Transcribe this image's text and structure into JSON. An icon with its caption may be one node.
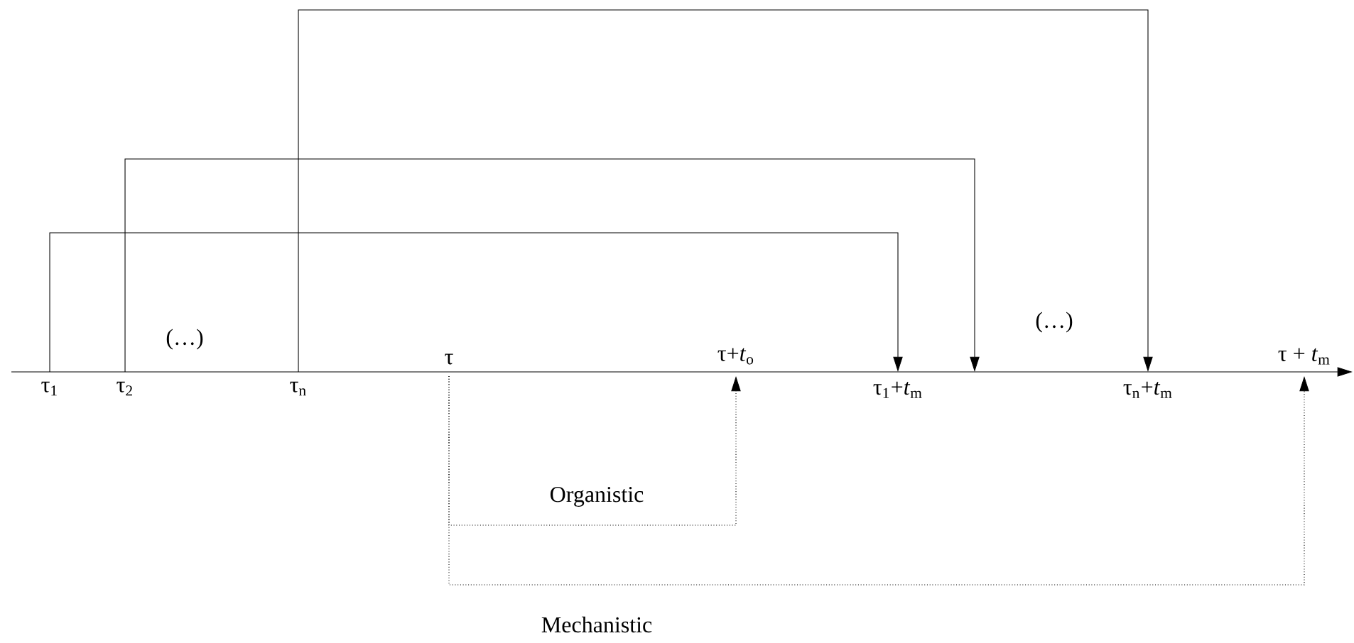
{
  "diagram": {
    "nodes": [
      {
        "text": [
          "τ$_{1}$"
        ]
      },
      {
        "text": [
          "τ$_{2}$"
        ]
      },
      {
        "text": [
          "τ$_{n}$"
        ]
      },
      {
        "text": [
          "τ"
        ]
      },
      {
        "text": [
          "τ+*t*$_{o}$"
        ]
      },
      {
        "text": [
          "τ$_{1}$+*t*$_{m}$"
        ]
      },
      {
        "text": [
          "τ$_{n}$+*t*$_{m}$"
        ]
      },
      {
        "text": [
          "τ + *t*$_{m}$"
        ]
      }
    ],
    "edges": [
      {
        "from": 0,
        "to": 5,
        "arrow": "to"
      },
      {
        "from": 1,
        "to": null,
        "arrow": "to"
      },
      {
        "from": 2,
        "to": 6,
        "arrow": "to"
      },
      {
        "from": 3,
        "to": 4,
        "arrow": "to",
        "style": "dashed",
        "label": "Organistic"
      },
      {
        "from": 3,
        "to": 7,
        "arrow": "to",
        "style": "dashed",
        "label": "Mechanistic"
      }
    ],
    "labels": [
      "(…)",
      "(…)"
    ]
  }
}
